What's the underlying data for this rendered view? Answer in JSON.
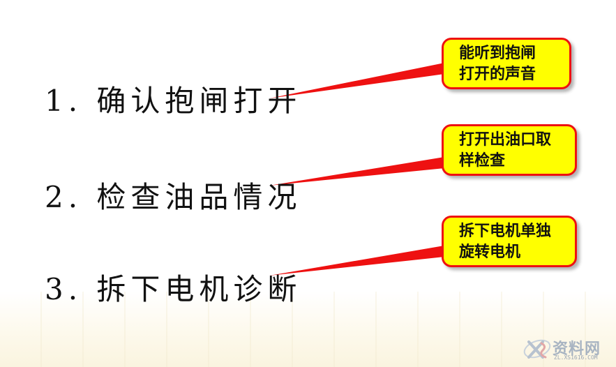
{
  "items": [
    {
      "text": "1. 确认抱闸打开"
    },
    {
      "text": "2. 检查油品情况"
    },
    {
      "text": "3. 拆下电机诊断"
    }
  ],
  "callouts": [
    {
      "line1": "能听到抱闸",
      "line2": "打开的声音"
    },
    {
      "line1": "打开出油口取",
      "line2": "样检查"
    },
    {
      "line1": "拆下电机单独",
      "line2": "旋转电机"
    }
  ],
  "watermark": {
    "text": "资料网",
    "url": "ZL.XS1616.COM"
  },
  "colors": {
    "callout_fill": "#ffff00",
    "callout_border": "#ee1111",
    "pointer": "#ee1111",
    "text": "#111111"
  }
}
